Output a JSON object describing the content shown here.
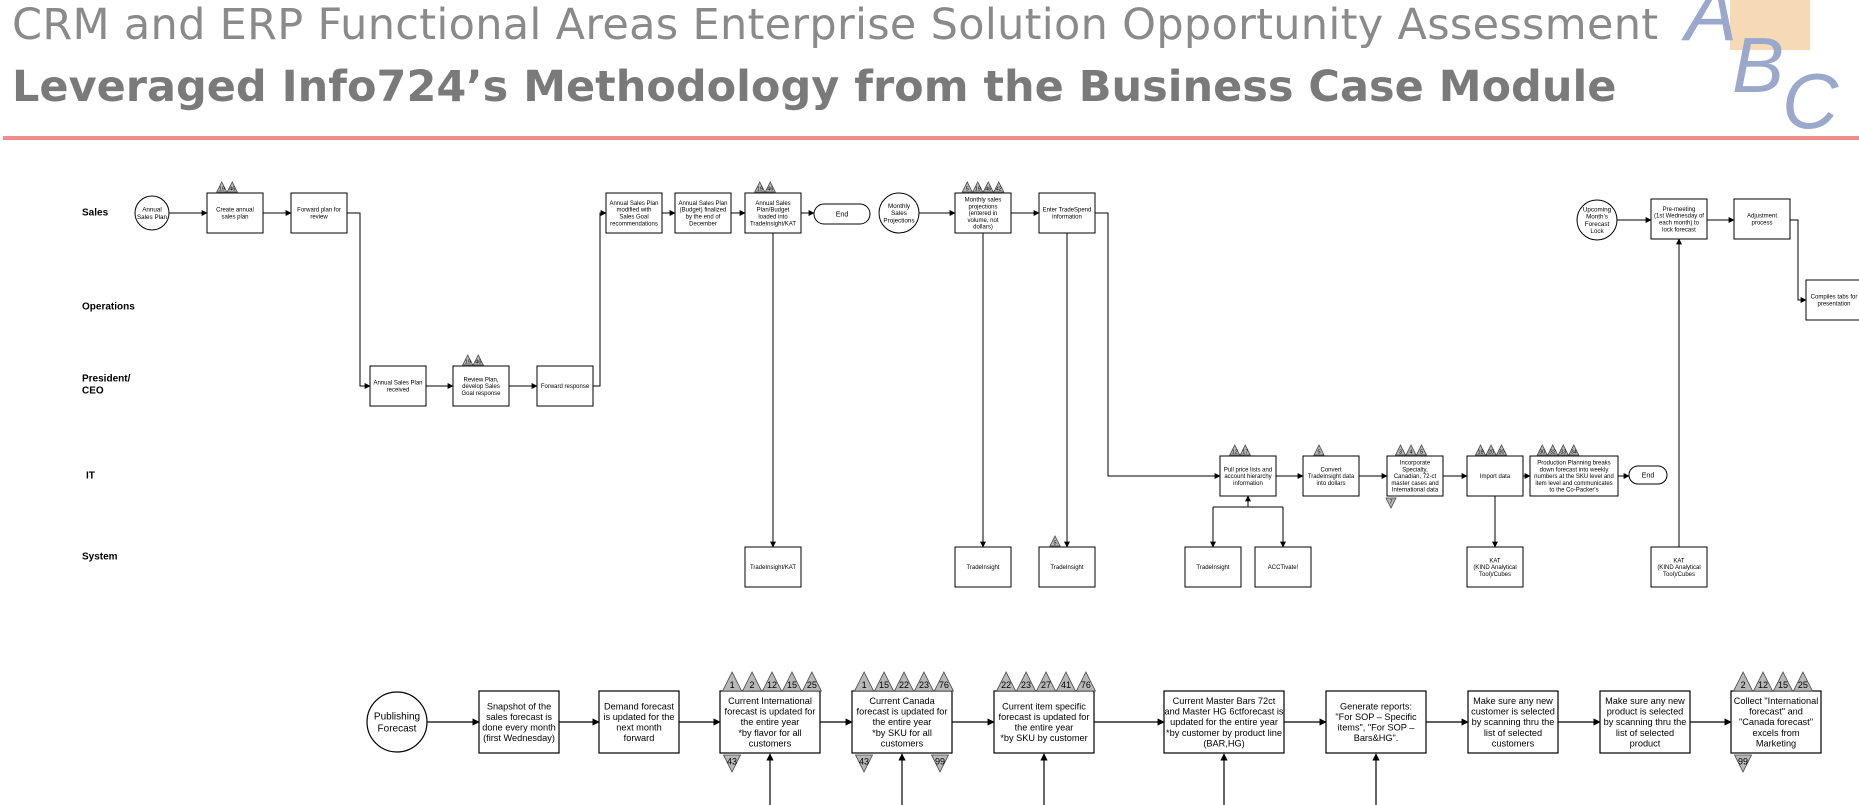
{
  "header": {
    "title": "CRM and ERP Functional Areas Enterprise Solution Opportunity Assessment",
    "subtitle": "Leveraged Info724’s Methodology from the Business Case Module",
    "logo_letters": "ABC"
  },
  "lanes": [
    {
      "id": "sales",
      "label": "Sales"
    },
    {
      "id": "operations",
      "label": "Operations"
    },
    {
      "id": "president",
      "label": "President/\nCEO"
    },
    {
      "id": "it",
      "label": "IT"
    },
    {
      "id": "system",
      "label": "System"
    }
  ],
  "nodes": [
    {
      "id": "annual-sales-plan",
      "shape": "circle",
      "text": "Annual\nSales Plan"
    },
    {
      "id": "create-annual",
      "shape": "rect",
      "text": "Create annual\nsales plan",
      "badges": [
        "19",
        "46"
      ]
    },
    {
      "id": "forward-plan",
      "shape": "rect",
      "text": "Forward plan for\nreview"
    },
    {
      "id": "plan-received",
      "shape": "rect",
      "text": "Annual Sales Plan\nreceived"
    },
    {
      "id": "review-plan",
      "shape": "rect",
      "text": "Review Plan,\ndevelop Sales\nGoal response",
      "badges": [
        "19",
        "46"
      ]
    },
    {
      "id": "forward-response",
      "shape": "rect",
      "text": "Forward response"
    },
    {
      "id": "plan-modified",
      "shape": "rect",
      "text": "Annual Sales Plan\nmodified with\nSales Goal\nrecommendations"
    },
    {
      "id": "plan-finalized",
      "shape": "rect",
      "text": "Annual Sales Plan\n(Budget) finalized\nby the end of\nDecember"
    },
    {
      "id": "plan-loaded",
      "shape": "rect",
      "text": "Annual Sales\nPlan/Budget\nloaded into\nTradeInsight/KAT",
      "badges": [
        "19",
        "46"
      ]
    },
    {
      "id": "end-1",
      "shape": "terminal",
      "text": "End"
    },
    {
      "id": "monthly-projections",
      "shape": "circle",
      "text": "Monthly\nSales\nProjections"
    },
    {
      "id": "monthly-entered",
      "shape": "rect",
      "text": "Monthly sales\nprojections\n(entered in\nvolume, not\ndollars)",
      "badges": [
        "5",
        "19",
        "46",
        "42"
      ]
    },
    {
      "id": "enter-tradespend",
      "shape": "rect",
      "text": "Enter TradeSpend\ninformation"
    },
    {
      "id": "tradeinsight-kat",
      "shape": "rect",
      "text": "TradeInsight/KAT"
    },
    {
      "id": "tradeinsight-1",
      "shape": "rect",
      "text": "TradeInsight"
    },
    {
      "id": "tradeinsight-2",
      "shape": "rect",
      "text": "TradeInsight",
      "badges": [
        "5"
      ]
    },
    {
      "id": "pull-price",
      "shape": "rect",
      "text": "Pull price lists and\naccount hierarchy\ninformation",
      "badges": [
        "12",
        "17"
      ]
    },
    {
      "id": "convert",
      "shape": "rect",
      "text": "Convert\nTradeInsight data\ninto dollars",
      "badges": [
        "5"
      ]
    },
    {
      "id": "incorporate",
      "shape": "rect",
      "text": "Incorporate\nSpecialty,\nCanadian, 72-ct\nmaster cases and\nInternational data",
      "badges": [
        "3",
        "4",
        "5"
      ],
      "bottom_badge": "7"
    },
    {
      "id": "import-data",
      "shape": "rect",
      "text": "Import data",
      "badges": [
        "18",
        "20",
        "30"
      ]
    },
    {
      "id": "production-planning",
      "shape": "rect",
      "text": "Production Planning breaks\ndown forecast into weekly\nnumbers at the SKU level and\nitem level and communicates\nto the Co-Packer's",
      "badges": [
        "30",
        "32",
        "33",
        "34"
      ]
    },
    {
      "id": "end-2",
      "shape": "terminal",
      "text": "End"
    },
    {
      "id": "tradeinsight-3",
      "shape": "rect",
      "text": "TradeInsight"
    },
    {
      "id": "acctivate",
      "shape": "rect",
      "text": "ACCTivate!"
    },
    {
      "id": "kat-1",
      "shape": "rect",
      "text": "KAT\n(KIND Analytical\nTool)/Cubes"
    },
    {
      "id": "upcoming-lock",
      "shape": "circle",
      "text": "Upcoming\nMonth's\nForecast\nLock"
    },
    {
      "id": "pre-meeting",
      "shape": "rect",
      "text": "Pre-meeting\n(1st Wednesday of\neach month) to\nlock forecast"
    },
    {
      "id": "adjustment",
      "shape": "rect",
      "text": "Adjustment\nprocess"
    },
    {
      "id": "compiles-tabs",
      "shape": "rect",
      "text": "Compiles tabs for\npresentation"
    },
    {
      "id": "kat-2",
      "shape": "rect",
      "text": "KAT\n(KIND Analytical\nTool)/Cubes"
    }
  ],
  "flow2": [
    {
      "id": "publishing-forecast",
      "shape": "circle",
      "text": "Publishing\nForecast"
    },
    {
      "id": "snapshot",
      "shape": "rect",
      "text": "Snapshot of the\nsales forecast is\ndone every month\n(first Wednesday)"
    },
    {
      "id": "demand-update",
      "shape": "rect",
      "text": "Demand forecast\nis updated for the\nnext month\nforward"
    },
    {
      "id": "intl-update",
      "shape": "rect",
      "text": "Current International\nforecast is updated for\nthe entire year\n*by flavor for all\ncustomers",
      "badges": [
        "1",
        "2",
        "12",
        "15",
        "25"
      ],
      "bottom_badge": "43"
    },
    {
      "id": "canada-update",
      "shape": "rect",
      "text": "Current Canada\nforecast is updated for\nthe entire year\n*by SKU for all\ncustomers",
      "badges": [
        "1",
        "15",
        "22",
        "23",
        "76"
      ],
      "bottom_badges": [
        "43",
        "99"
      ]
    },
    {
      "id": "item-update",
      "shape": "rect",
      "text": "Current item specific\nforecast is updated for\nthe entire year\n*by SKU by customer",
      "badges": [
        "22",
        "23",
        "27",
        "41",
        "76"
      ]
    },
    {
      "id": "master-update",
      "shape": "rect",
      "text": "Current Master Bars 72ct\nand Master HG 6ctforecast is\nupdated for the entire year\n*by customer by product line\n(BAR,HG)"
    },
    {
      "id": "generate-reports",
      "shape": "rect",
      "text": "Generate reports:\n\"For SOP – Specific\nitems\", \"For SOP –\nBars&HG\"."
    },
    {
      "id": "new-customer",
      "shape": "rect",
      "text": "Make sure any new\ncustomer is selected\nby scanning thru the\nlist of selected\ncustomers"
    },
    {
      "id": "new-product",
      "shape": "rect",
      "text": "Make sure any new\nproduct is selected\nby scanning thru the\nlist of selected\nproduct"
    },
    {
      "id": "collect-forecasts",
      "shape": "rect",
      "text": "Collect \"International\nforecast\" and\n\"Canada forecast\"\nexcels from\nMarketing",
      "badges": [
        "2",
        "12",
        "15",
        "25"
      ],
      "bottom_badge": "99"
    }
  ]
}
